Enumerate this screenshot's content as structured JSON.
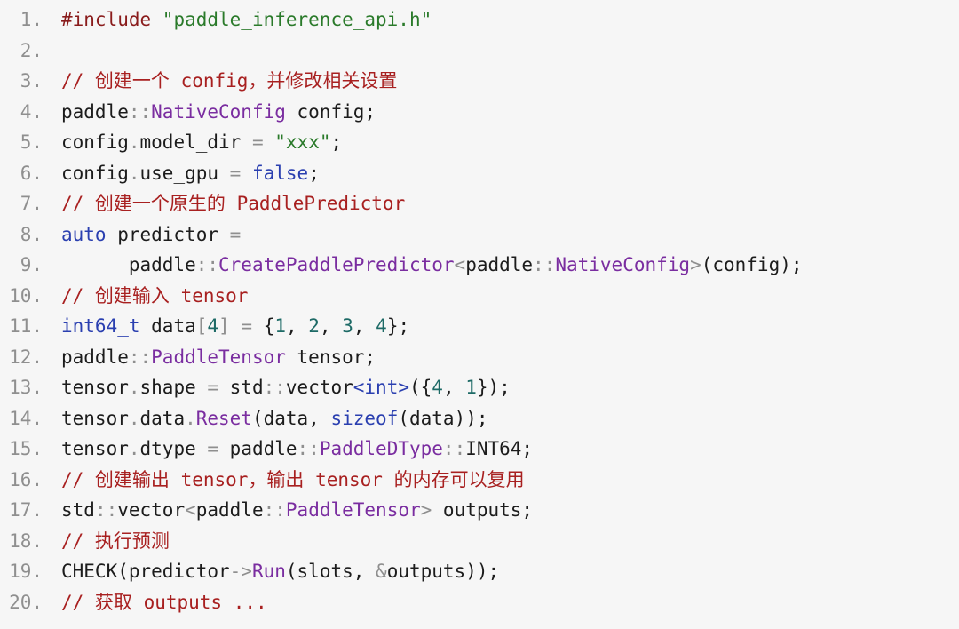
{
  "colors": {
    "background": "#f6f6f6",
    "line_number": "#8f8f8f",
    "plain": "#1c1c1c",
    "preproc": "#8a1c1c",
    "string": "#2a7a2a",
    "comment": "#a82020",
    "type": "#7a2da0",
    "keyword": "#2a3fb0",
    "number": "#1d6a66",
    "operator": "#8f8f8f"
  },
  "lines": [
    {
      "num": "1.",
      "tokens": [
        {
          "t": "#include ",
          "c": "preproc"
        },
        {
          "t": "\"paddle_inference_api.h\"",
          "c": "string"
        }
      ]
    },
    {
      "num": "2.",
      "tokens": []
    },
    {
      "num": "3.",
      "tokens": [
        {
          "t": "// 创建一个 config，并修改相关设置",
          "c": "comment"
        }
      ]
    },
    {
      "num": "4.",
      "tokens": [
        {
          "t": "paddle",
          "c": "plain"
        },
        {
          "t": "::",
          "c": "op"
        },
        {
          "t": "NativeConfig",
          "c": "type"
        },
        {
          "t": " config;",
          "c": "plain"
        }
      ]
    },
    {
      "num": "5.",
      "tokens": [
        {
          "t": "config",
          "c": "plain"
        },
        {
          "t": ".",
          "c": "op"
        },
        {
          "t": "model_dir ",
          "c": "plain"
        },
        {
          "t": "=",
          "c": "op"
        },
        {
          "t": " ",
          "c": "plain"
        },
        {
          "t": "\"xxx\"",
          "c": "string"
        },
        {
          "t": ";",
          "c": "plain"
        }
      ]
    },
    {
      "num": "6.",
      "tokens": [
        {
          "t": "config",
          "c": "plain"
        },
        {
          "t": ".",
          "c": "op"
        },
        {
          "t": "use_gpu ",
          "c": "plain"
        },
        {
          "t": "=",
          "c": "op"
        },
        {
          "t": " ",
          "c": "plain"
        },
        {
          "t": "false",
          "c": "keyword"
        },
        {
          "t": ";",
          "c": "plain"
        }
      ]
    },
    {
      "num": "7.",
      "tokens": [
        {
          "t": "// 创建一个原生的 PaddlePredictor",
          "c": "comment"
        }
      ]
    },
    {
      "num": "8.",
      "tokens": [
        {
          "t": "auto",
          "c": "keyword"
        },
        {
          "t": " predictor ",
          "c": "plain"
        },
        {
          "t": "=",
          "c": "op"
        }
      ]
    },
    {
      "num": "9.",
      "tokens": [
        {
          "t": "      paddle",
          "c": "plain"
        },
        {
          "t": "::",
          "c": "op"
        },
        {
          "t": "CreatePaddlePredictor",
          "c": "type"
        },
        {
          "t": "<",
          "c": "op"
        },
        {
          "t": "paddle",
          "c": "plain"
        },
        {
          "t": "::",
          "c": "op"
        },
        {
          "t": "NativeConfig",
          "c": "type"
        },
        {
          "t": ">",
          "c": "op"
        },
        {
          "t": "(config);",
          "c": "plain"
        }
      ]
    },
    {
      "num": "10.",
      "tokens": [
        {
          "t": "// 创建输入 tensor",
          "c": "comment"
        }
      ]
    },
    {
      "num": "11.",
      "tokens": [
        {
          "t": "int64_t",
          "c": "keyword"
        },
        {
          "t": " data",
          "c": "plain"
        },
        {
          "t": "[",
          "c": "op"
        },
        {
          "t": "4",
          "c": "number"
        },
        {
          "t": "]",
          "c": "op"
        },
        {
          "t": " ",
          "c": "plain"
        },
        {
          "t": "=",
          "c": "op"
        },
        {
          "t": " {",
          "c": "plain"
        },
        {
          "t": "1",
          "c": "number"
        },
        {
          "t": ", ",
          "c": "plain"
        },
        {
          "t": "2",
          "c": "number"
        },
        {
          "t": ", ",
          "c": "plain"
        },
        {
          "t": "3",
          "c": "number"
        },
        {
          "t": ", ",
          "c": "plain"
        },
        {
          "t": "4",
          "c": "number"
        },
        {
          "t": "};",
          "c": "plain"
        }
      ]
    },
    {
      "num": "12.",
      "tokens": [
        {
          "t": "paddle",
          "c": "plain"
        },
        {
          "t": "::",
          "c": "op"
        },
        {
          "t": "PaddleTensor",
          "c": "type"
        },
        {
          "t": " tensor;",
          "c": "plain"
        }
      ]
    },
    {
      "num": "13.",
      "tokens": [
        {
          "t": "tensor",
          "c": "plain"
        },
        {
          "t": ".",
          "c": "op"
        },
        {
          "t": "shape ",
          "c": "plain"
        },
        {
          "t": "=",
          "c": "op"
        },
        {
          "t": " std",
          "c": "plain"
        },
        {
          "t": "::",
          "c": "op"
        },
        {
          "t": "vector",
          "c": "plain"
        },
        {
          "t": "<int>",
          "c": "keyword"
        },
        {
          "t": "({",
          "c": "plain"
        },
        {
          "t": "4",
          "c": "number"
        },
        {
          "t": ", ",
          "c": "plain"
        },
        {
          "t": "1",
          "c": "number"
        },
        {
          "t": "});",
          "c": "plain"
        }
      ]
    },
    {
      "num": "14.",
      "tokens": [
        {
          "t": "tensor",
          "c": "plain"
        },
        {
          "t": ".",
          "c": "op"
        },
        {
          "t": "data",
          "c": "plain"
        },
        {
          "t": ".",
          "c": "op"
        },
        {
          "t": "Reset",
          "c": "type"
        },
        {
          "t": "(data, ",
          "c": "plain"
        },
        {
          "t": "sizeof",
          "c": "keyword"
        },
        {
          "t": "(data));",
          "c": "plain"
        }
      ]
    },
    {
      "num": "15.",
      "tokens": [
        {
          "t": "tensor",
          "c": "plain"
        },
        {
          "t": ".",
          "c": "op"
        },
        {
          "t": "dtype ",
          "c": "plain"
        },
        {
          "t": "=",
          "c": "op"
        },
        {
          "t": " paddle",
          "c": "plain"
        },
        {
          "t": "::",
          "c": "op"
        },
        {
          "t": "PaddleDType",
          "c": "type"
        },
        {
          "t": "::",
          "c": "op"
        },
        {
          "t": "INT64;",
          "c": "plain"
        }
      ]
    },
    {
      "num": "16.",
      "tokens": [
        {
          "t": "// 创建输出 tensor，输出 tensor 的内存可以复用",
          "c": "comment"
        }
      ]
    },
    {
      "num": "17.",
      "tokens": [
        {
          "t": "std",
          "c": "plain"
        },
        {
          "t": "::",
          "c": "op"
        },
        {
          "t": "vector",
          "c": "plain"
        },
        {
          "t": "<",
          "c": "op"
        },
        {
          "t": "paddle",
          "c": "plain"
        },
        {
          "t": "::",
          "c": "op"
        },
        {
          "t": "PaddleTensor",
          "c": "type"
        },
        {
          "t": ">",
          "c": "op"
        },
        {
          "t": " outputs;",
          "c": "plain"
        }
      ]
    },
    {
      "num": "18.",
      "tokens": [
        {
          "t": "// 执行预测",
          "c": "comment"
        }
      ]
    },
    {
      "num": "19.",
      "tokens": [
        {
          "t": "CHECK",
          "c": "plain"
        },
        {
          "t": "(predictor",
          "c": "plain"
        },
        {
          "t": "->",
          "c": "op"
        },
        {
          "t": "Run",
          "c": "type"
        },
        {
          "t": "(slots, ",
          "c": "plain"
        },
        {
          "t": "&",
          "c": "op"
        },
        {
          "t": "outputs));",
          "c": "plain"
        }
      ]
    },
    {
      "num": "20.",
      "tokens": [
        {
          "t": "// 获取 outputs ...",
          "c": "comment"
        }
      ]
    }
  ]
}
